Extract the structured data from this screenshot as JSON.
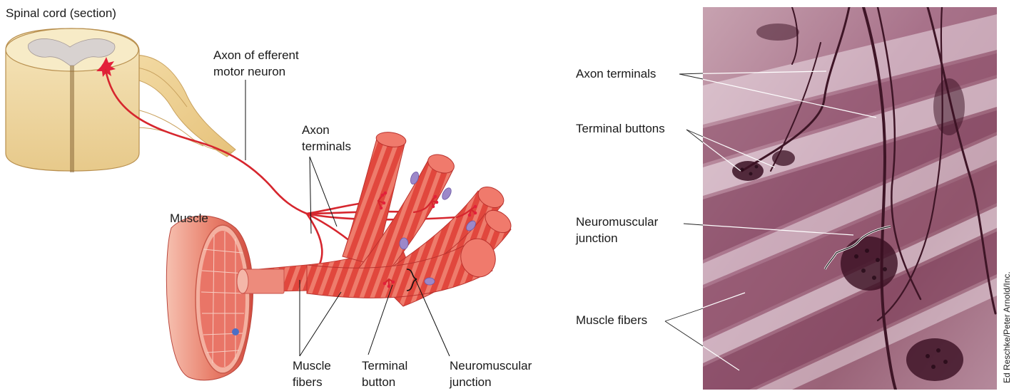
{
  "diagram": {
    "left_labels": {
      "spinal_cord": "Spinal cord (section)",
      "axon_efferent_line1": "Axon of efferent",
      "axon_efferent_line2": "motor neuron",
      "axon_terminals_line1": "Axon",
      "axon_terminals_line2": "terminals",
      "muscle": "Muscle",
      "muscle_fibers_line1": "Muscle",
      "muscle_fibers_line2": "fibers",
      "terminal_button_line1": "Terminal",
      "terminal_button_line2": "button",
      "nmj_line1": "Neuromuscular",
      "nmj_line2": "junction"
    },
    "right_labels": {
      "axon_terminals": "Axon terminals",
      "terminal_buttons": "Terminal buttons",
      "nmj_line1": "Neuromuscular",
      "nmj_line2": "junction",
      "muscle_fibers": "Muscle fibers"
    },
    "photo_credit": "Ed Reschke/Peter Arnold/Inc."
  },
  "colors": {
    "spinal_cord": "#f3dfb0",
    "grey_matter": "#d8d2d0",
    "axon": "#d6262e",
    "muscle_fiber": "#e4584b",
    "muscle_stripe": "#f08a7a",
    "micrograph_base": "#b07a90",
    "micrograph_dark": "#4a1c2e"
  }
}
